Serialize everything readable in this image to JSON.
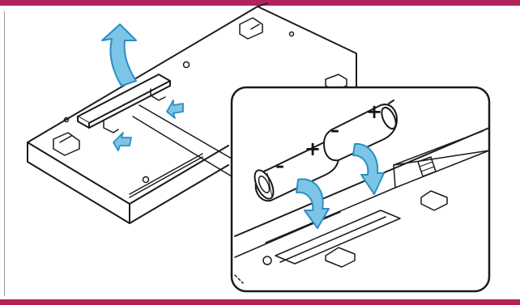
{
  "colors": {
    "accent_bar": "#b0245a",
    "arrow_fill": "#7cc5e6",
    "arrow_stroke": "#2a8fc4",
    "line": "#1a1a1a",
    "battery_fill": "#ffffff"
  },
  "figure": {
    "battery_positive": "+",
    "battery_negative": "–",
    "icons": [
      "keyboard-device",
      "battery-cover",
      "lift-arrow",
      "push-arrow",
      "aa-battery",
      "insert-arrow",
      "zoom-callout"
    ]
  }
}
